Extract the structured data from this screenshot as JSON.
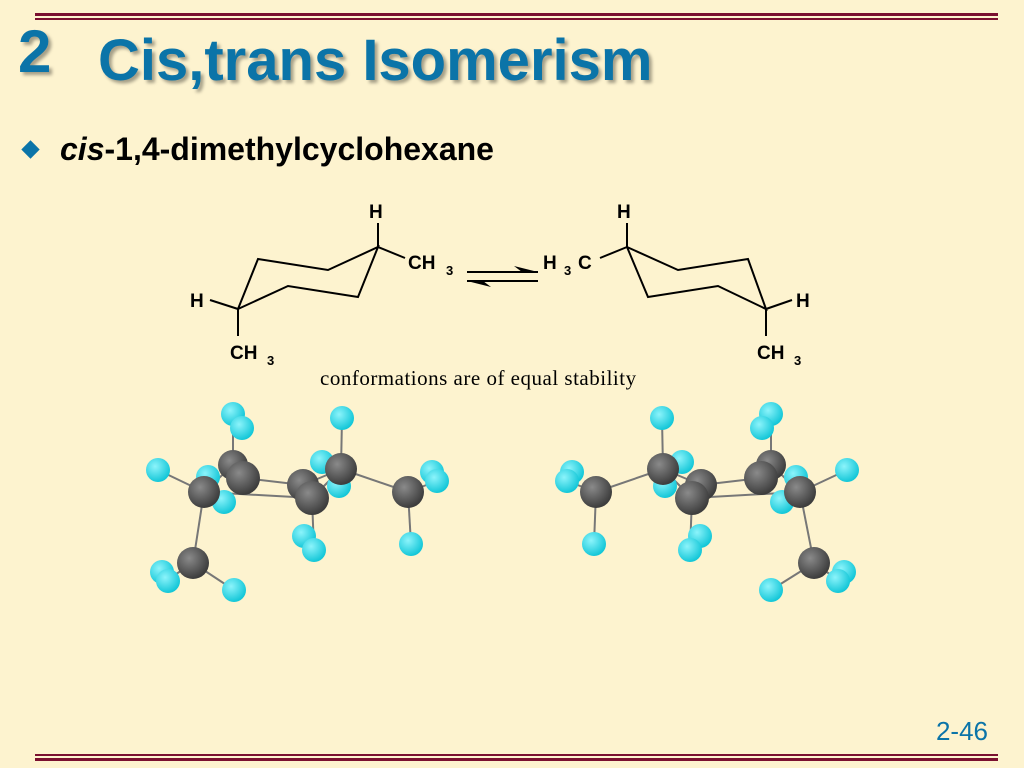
{
  "slide": {
    "number": "2",
    "title": "Cis,trans Isomerism",
    "bullet": {
      "italic": "cis",
      "rest": "-1,4-dimethylcyclohexane"
    },
    "caption": "conformations are of equal stability",
    "page_number": "2-46"
  },
  "structure_left": {
    "top_h": "H",
    "top_ch": "CH",
    "top_sub": "3",
    "left_h": "H",
    "bottom_ch": "CH",
    "bottom_sub": "3"
  },
  "structure_right": {
    "top_h": "H",
    "top_h3": "H",
    "top_sub": "3",
    "top_c": "C",
    "right_h": "H",
    "bottom_ch": "CH",
    "bottom_sub": "3"
  },
  "colors": {
    "background": "#fdf3cf",
    "title": "#0b74a8",
    "rules": "#7a1030",
    "carbon_atom": "#555555",
    "hydrogen_atom": "#19d6e6"
  }
}
